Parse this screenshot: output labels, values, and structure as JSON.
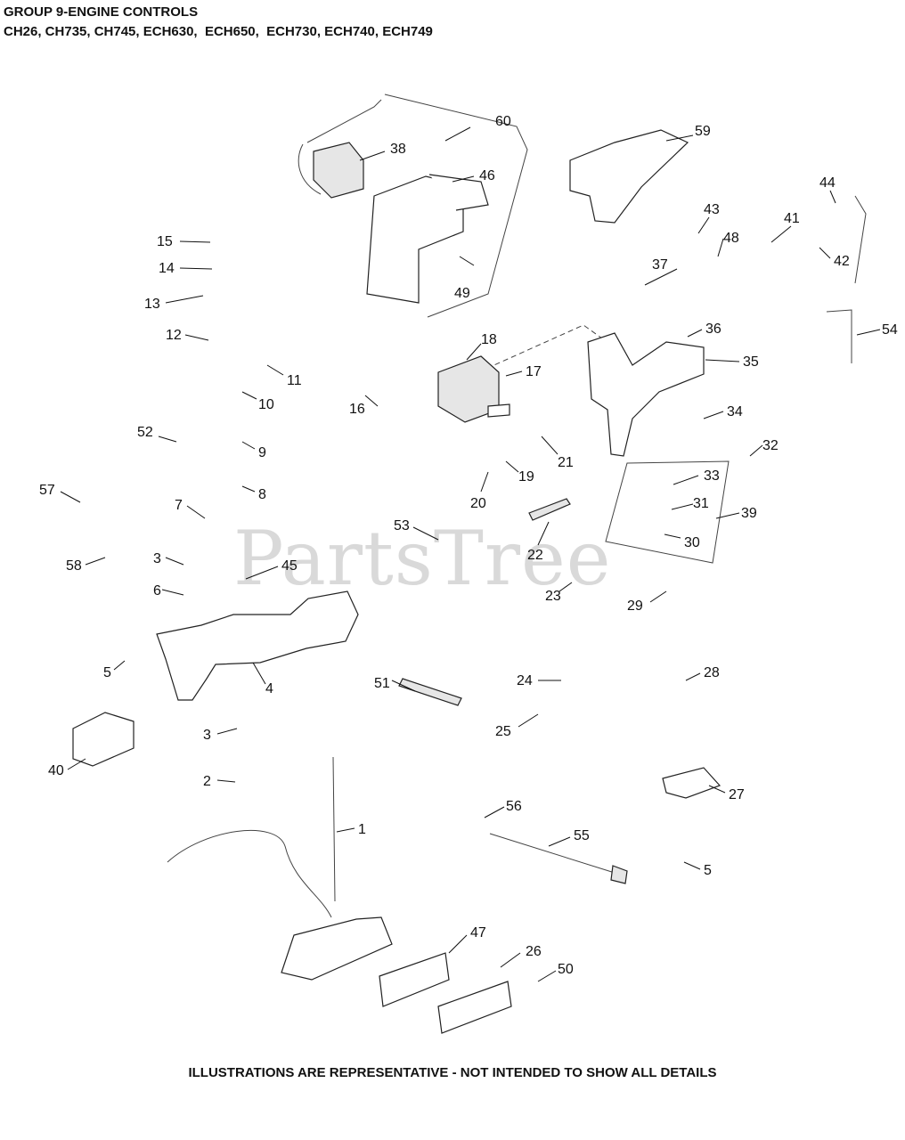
{
  "header": {
    "title": "GROUP 9-ENGINE CONTROLS",
    "models": "CH26, CH735, CH745, ECH630,  ECH650,  ECH730, ECH740, ECH749"
  },
  "footer": "ILLUSTRATIONS ARE REPRESENTATIVE - NOT INTENDED TO SHOW ALL DETAILS",
  "watermark": "PartsTree",
  "callouts": [
    "1",
    "2",
    "3",
    "3",
    "4",
    "5",
    "5",
    "6",
    "7",
    "8",
    "9",
    "10",
    "11",
    "12",
    "13",
    "14",
    "15",
    "16",
    "17",
    "18",
    "19",
    "20",
    "21",
    "22",
    "23",
    "24",
    "25",
    "26",
    "27",
    "28",
    "29",
    "30",
    "31",
    "32",
    "33",
    "34",
    "35",
    "36",
    "37",
    "38",
    "39",
    "40",
    "41",
    "42",
    "43",
    "44",
    "45",
    "46",
    "47",
    "48",
    "49",
    "50",
    "51",
    "52",
    "53",
    "54",
    "55",
    "56",
    "57",
    "58",
    "59",
    "60"
  ]
}
